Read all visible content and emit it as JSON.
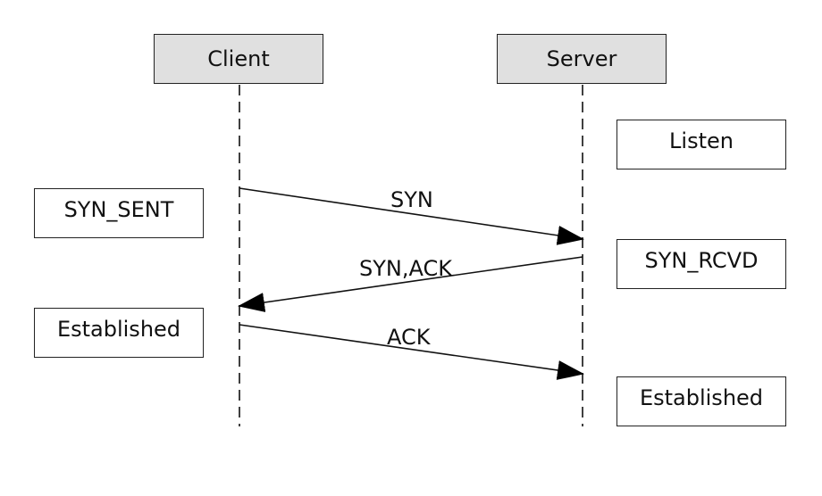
{
  "participants": {
    "client": "Client",
    "server": "Server"
  },
  "client_states": [
    "SYN_SENT",
    "Established"
  ],
  "server_states": [
    "Listen",
    "SYN_RCVD",
    "Established"
  ],
  "messages": [
    {
      "label": "SYN",
      "from": "client",
      "to": "server"
    },
    {
      "label": "SYN,ACK",
      "from": "server",
      "to": "client"
    },
    {
      "label": "ACK",
      "from": "client",
      "to": "server"
    }
  ]
}
